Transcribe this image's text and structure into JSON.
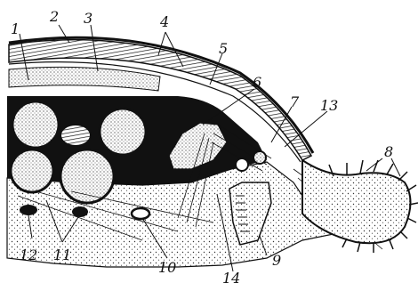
{
  "figure": {
    "labels": {
      "l1": "1",
      "l2": "2",
      "l3": "3",
      "l4": "4",
      "l5": "5",
      "l6": "6",
      "l7": "7",
      "l8": "8",
      "l9": "9",
      "l10": "10",
      "l11": "11",
      "l12": "12",
      "l13": "13",
      "l14": "14"
    },
    "colors": {
      "ink": "#111111",
      "paper": "#ffffff",
      "stipple": "#f2f2f2"
    }
  }
}
